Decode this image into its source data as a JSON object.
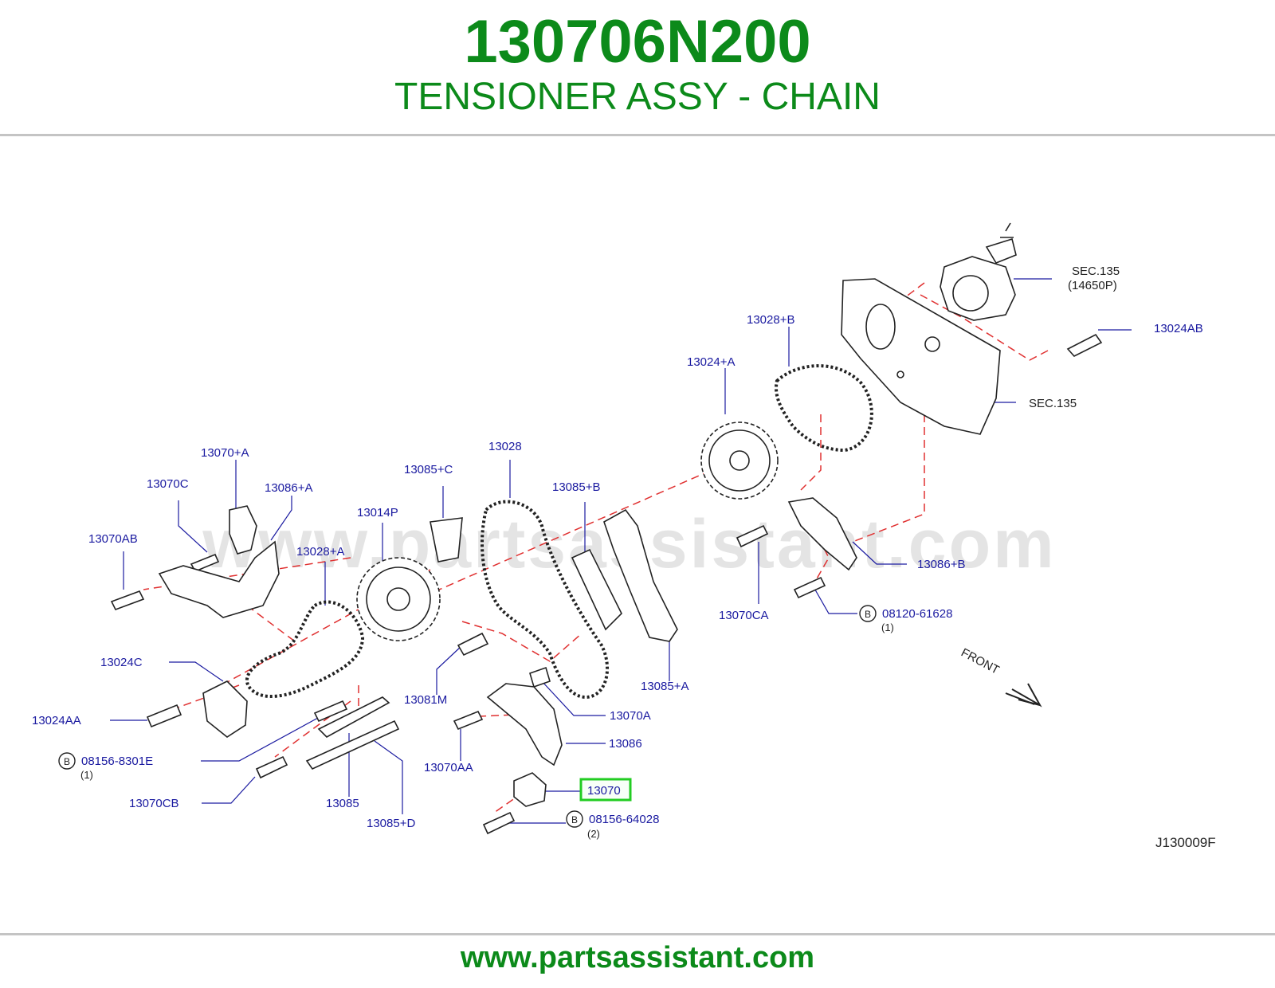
{
  "header": {
    "part_number": "130706N200",
    "part_name": "TENSIONER ASSY - CHAIN"
  },
  "watermark": "www.partsassistant.com",
  "footer": {
    "url": "www.partsassistant.com"
  },
  "diagram": {
    "code": "J130009F",
    "front_label": "FRONT",
    "highlight_color": "#22cc22",
    "label_color": "#1a1aa0",
    "dash_color": "#e03030",
    "labels": {
      "sec135_pump": "SEC.135",
      "sec135_pump_ref": "(14650P)",
      "l13024AB": "13024AB",
      "sec135": "SEC.135",
      "l13028B": "13028+B",
      "l13024A": "13024+A",
      "l13070A_top": "13070+A",
      "l13070C": "13070C",
      "l13086A": "13086+A",
      "l13070AB": "13070AB",
      "l13028A": "13028+A",
      "l13014P": "13014P",
      "l13085C": "13085+C",
      "l13028": "13028",
      "l13085B": "13085+B",
      "l13086B": "13086+B",
      "l13070CA": "13070CA",
      "b08120": "08120-61628",
      "b08120_qty": "(1)",
      "l13024C": "13024C",
      "l13081M": "13081M",
      "l13085A": "13085+A",
      "l13024AA": "13024AA",
      "l13070A": "13070A",
      "b08156_8301": "08156-8301E",
      "b08156_8301_qty": "(1)",
      "l13086": "13086",
      "l13070AA": "13070AA",
      "l13070CB": "13070CB",
      "l13085": "13085",
      "l13085D": "13085+D",
      "l13070": "13070",
      "b08156_64028": "08156-64028",
      "b08156_64028_qty": "(2)",
      "b_mark": "B"
    }
  }
}
